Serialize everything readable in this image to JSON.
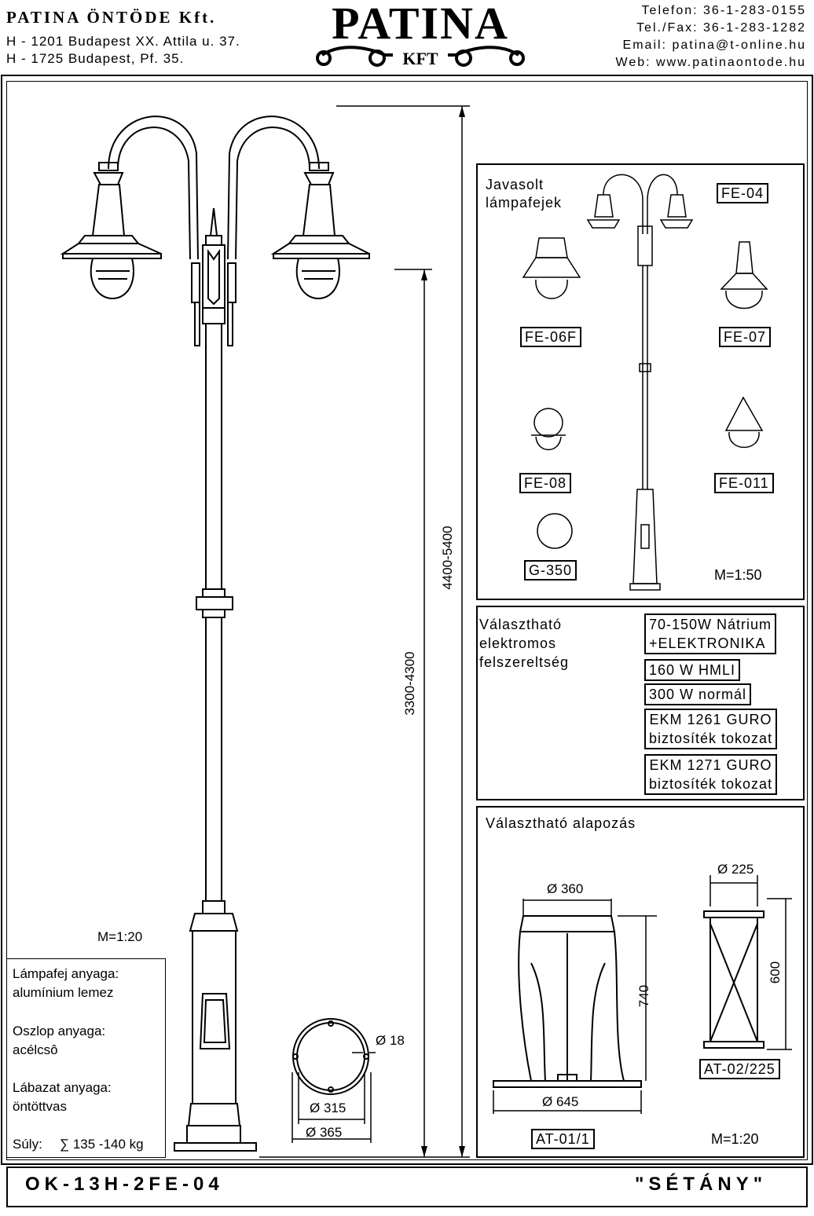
{
  "header": {
    "company": "PATINA ÖNTÖDE Kft.",
    "address1": "H - 1201 Budapest XX. Attila u. 37.",
    "address2": "H - 1725 Budapest, Pf. 35.",
    "logo_main": "PATINA",
    "logo_sub": "KFT",
    "phone": "Telefon: 36-1-283-0155",
    "fax": "Tel./Fax: 36-1-283-1282",
    "email": "Email: patina@t-online.hu",
    "web": "Web: www.patinaontode.hu"
  },
  "drawing": {
    "scale_main": "M=1:20",
    "dim_total": "4400-5400",
    "dim_shaft": "3300-4300",
    "dim_d18": "Ø 18",
    "dim_d315": "Ø 315",
    "dim_d365": "Ø 365"
  },
  "materials": {
    "lamp_label": "Lámpafej anyaga:",
    "lamp_value": "alumínium lemez",
    "pole_label": "Oszlop anyaga:",
    "pole_value": "acélcsô",
    "base_label": "Lábazat anyaga:",
    "base_value": "öntöttvas",
    "weight_label": "Súly:",
    "weight_value": "∑ 135 -140 kg"
  },
  "lampheads": {
    "title_line1": "Javasolt",
    "title_line2": "lámpafejek",
    "codes": [
      "FE-04",
      "FE-06F",
      "FE-07",
      "FE-08",
      "FE-011",
      "G-350"
    ],
    "scale": "M=1:50"
  },
  "electrical": {
    "title_line1": "Választható",
    "title_line2": "elektromos",
    "title_line3": "felszereltség",
    "options": [
      {
        "line1": "70-150W Nátrium",
        "line2": "+ELEKTRONIKA"
      },
      {
        "line1": "160 W HMLI",
        "line2": ""
      },
      {
        "line1": "300 W normál",
        "line2": ""
      },
      {
        "line1": "EKM 1261 GURO",
        "line2": "biztosíték tokozat"
      },
      {
        "line1": "EKM 1271 GURO",
        "line2": "biztosíték tokozat"
      }
    ]
  },
  "foundation": {
    "title": "Választható alapozás",
    "d360": "Ø 360",
    "h740": "740",
    "d645": "Ø 645",
    "code1": "AT-01/1",
    "d225": "Ø 225",
    "h600": "600",
    "code2": "AT-02/225",
    "scale": "M=1:20"
  },
  "footer": {
    "code": "OK-13H-2FE-04",
    "name": "\"SÉTÁNY\""
  }
}
